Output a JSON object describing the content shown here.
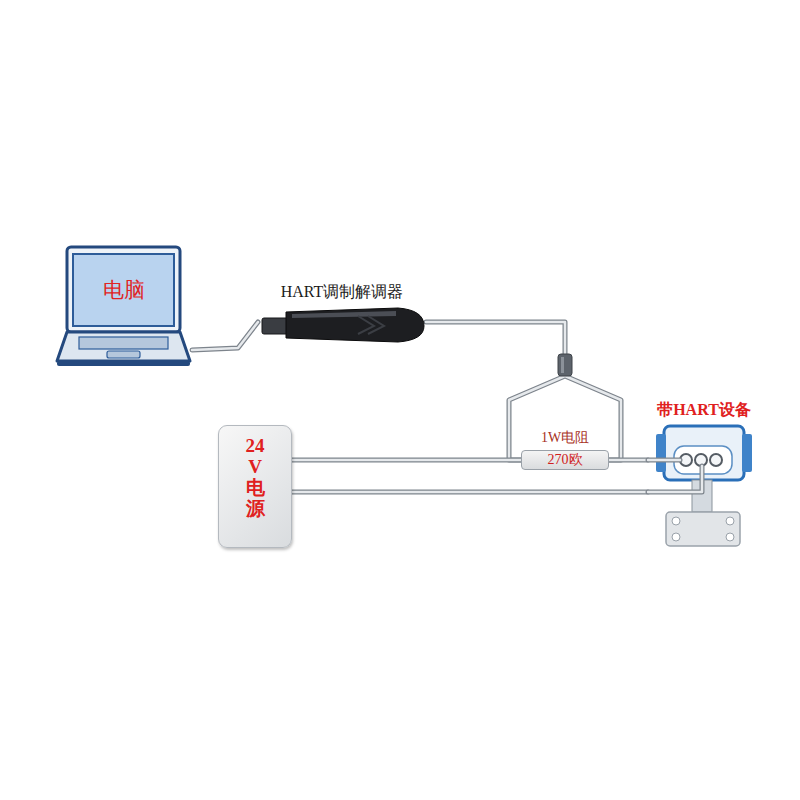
{
  "diagram": {
    "nodes": [
      {
        "text": [
          "电脑"
        ]
      },
      {
        "text": [
          "HART调制解调器"
        ]
      },
      {
        "text": [
          "24V电源"
        ]
      },
      {
        "text": [
          "1W电阻",
          "270欧"
        ]
      },
      {
        "text": [
          "带HART设备"
        ]
      }
    ],
    "edges": [
      {
        "from": 0,
        "to": 1,
        "arrow": "none"
      },
      {
        "from": 1,
        "to": 3,
        "arrow": "none"
      },
      {
        "from": 2,
        "to": 3,
        "arrow": "none"
      },
      {
        "from": 3,
        "to": 4,
        "arrow": "none"
      },
      {
        "from": 2,
        "to": 4,
        "arrow": "none"
      }
    ]
  }
}
